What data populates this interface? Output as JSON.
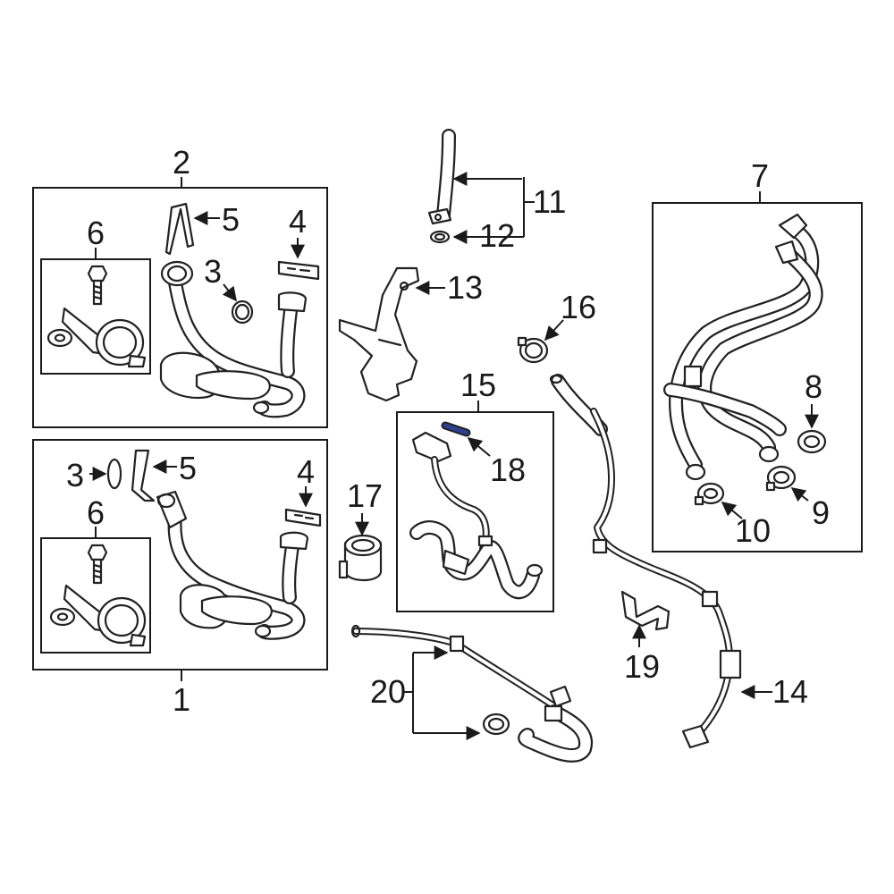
{
  "callouts": {
    "c1": "1",
    "c2": "2",
    "c3a": "3",
    "c3b": "3",
    "c4a": "4",
    "c4b": "4",
    "c5a": "5",
    "c5b": "5",
    "c6a": "6",
    "c6b": "6",
    "c7": "7",
    "c8": "8",
    "c9": "9",
    "c10": "10",
    "c11": "11",
    "c12": "12",
    "c13": "13",
    "c14": "14",
    "c15": "15",
    "c16": "16",
    "c17": "17",
    "c18": "18",
    "c19": "19",
    "c20": "20"
  },
  "colors": {
    "line": "#222222",
    "highlight": "#2b3f8f",
    "background": "#ffffff"
  }
}
